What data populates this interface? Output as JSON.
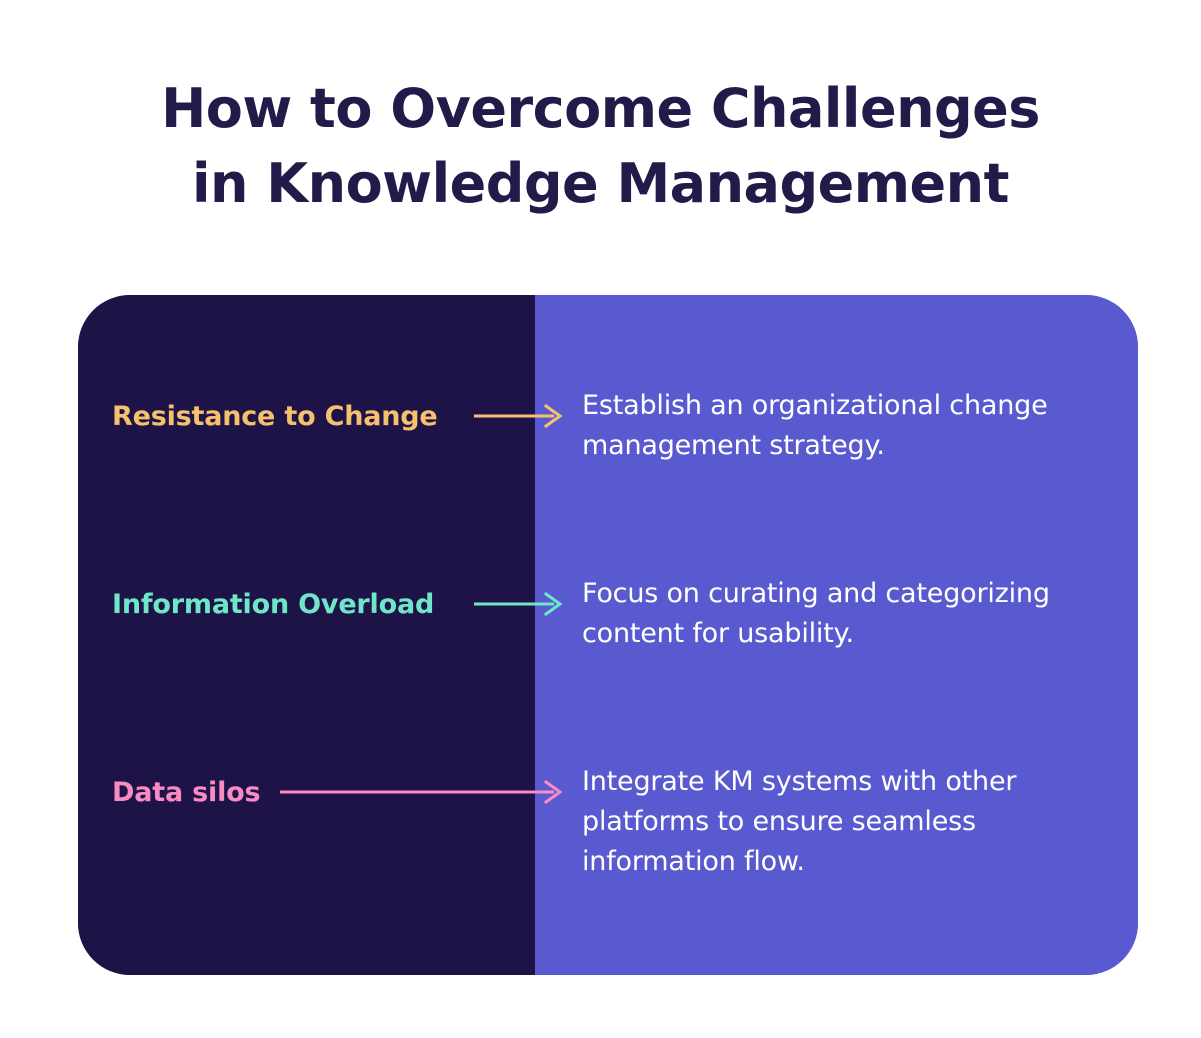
{
  "title": {
    "line1": "How to Overcome Challenges",
    "line2": "in Knowledge Management",
    "color": "#241A4A"
  },
  "card": {
    "dark_panel_color": "#1E1346",
    "blue_panel_color": "#5A5AD0"
  },
  "rows": [
    {
      "challenge": "Resistance to Change",
      "solution": "Establish an organizational change management strategy.",
      "accent_color": "#F5C16C",
      "arrow_name": "arrow-resistance-to-change"
    },
    {
      "challenge": "Information Overload",
      "solution": "Focus on curating and categorizing content for usability.",
      "accent_color": "#6EE7C8",
      "arrow_name": "arrow-information-overload"
    },
    {
      "challenge": "Data silos",
      "solution": "Integrate KM systems with other platforms to ensure seamless information flow.",
      "accent_color": "#F98BC4",
      "arrow_name": "arrow-data-silos"
    }
  ]
}
